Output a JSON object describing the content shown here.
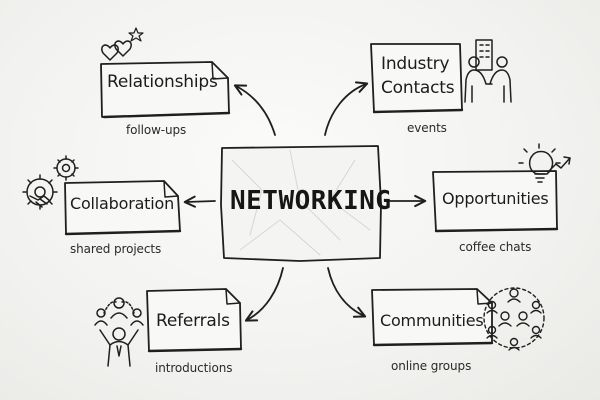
{
  "center": {
    "title": "NETWORKING"
  },
  "nodes": {
    "relationships": {
      "label": "Relationships",
      "caption": "follow-ups"
    },
    "industry_contacts": {
      "label_line1": "Industry",
      "label_line2": "Contacts",
      "caption": "events"
    },
    "collaboration": {
      "label": "Collaboration",
      "caption": "shared projects"
    },
    "opportunities": {
      "label": "Opportunities",
      "caption": "coffee chats"
    },
    "referrals": {
      "label": "Referrals",
      "caption": "introductions"
    },
    "communities": {
      "label": "Communities",
      "caption": "online groups"
    }
  },
  "icons": {
    "relationships": "hearts-star-icon",
    "industry_contacts": "building-handshake-icon",
    "collaboration": "gears-handshake-icon",
    "opportunities": "lightbulb-arrow-icon",
    "referrals": "person-network-icon",
    "communities": "group-circle-icon"
  },
  "colors": {
    "ink": "#1f1f1f",
    "paper": "#f7f7f5",
    "background": "#f2f2f0"
  }
}
